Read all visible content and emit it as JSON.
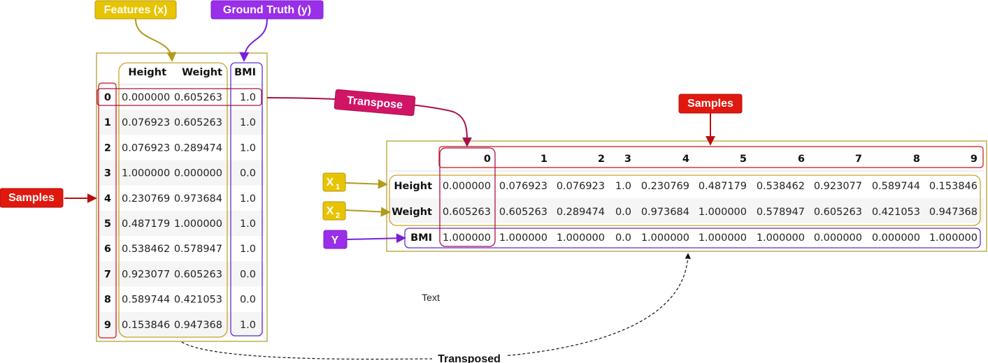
{
  "labels": {
    "features": "Features (x)",
    "ground_truth": "Ground Truth (y)",
    "samples_left": "Samples",
    "samples_right": "Samples",
    "transpose": "Transpose",
    "transposed": "Transposed",
    "x1": "X",
    "x1_sub": "1",
    "x2": "X",
    "x2_sub": "2",
    "y": "Y",
    "free_text": "Text"
  },
  "left_table": {
    "headers": [
      "Height",
      "Weight",
      "BMI"
    ],
    "rows": [
      {
        "index": "0",
        "height": "0.000000",
        "weight": "0.605263",
        "bmi": "1.0"
      },
      {
        "index": "1",
        "height": "0.076923",
        "weight": "0.605263",
        "bmi": "1.0"
      },
      {
        "index": "2",
        "height": "0.076923",
        "weight": "0.289474",
        "bmi": "1.0"
      },
      {
        "index": "3",
        "height": "1.000000",
        "weight": "0.000000",
        "bmi": "0.0"
      },
      {
        "index": "4",
        "height": "0.230769",
        "weight": "0.973684",
        "bmi": "1.0"
      },
      {
        "index": "5",
        "height": "0.487179",
        "weight": "1.000000",
        "bmi": "1.0"
      },
      {
        "index": "6",
        "height": "0.538462",
        "weight": "0.578947",
        "bmi": "1.0"
      },
      {
        "index": "7",
        "height": "0.923077",
        "weight": "0.605263",
        "bmi": "0.0"
      },
      {
        "index": "8",
        "height": "0.589744",
        "weight": "0.421053",
        "bmi": "0.0"
      },
      {
        "index": "9",
        "height": "0.153846",
        "weight": "0.947368",
        "bmi": "1.0"
      }
    ]
  },
  "right_table": {
    "columns": [
      "0",
      "1",
      "2",
      "3",
      "4",
      "5",
      "6",
      "7",
      "8",
      "9"
    ],
    "rows": [
      {
        "label": "Height",
        "values": [
          "0.000000",
          "0.076923",
          "0.076923",
          "1.0",
          "0.230769",
          "0.487179",
          "0.538462",
          "0.923077",
          "0.589744",
          "0.153846"
        ]
      },
      {
        "label": "Weight",
        "values": [
          "0.605263",
          "0.605263",
          "0.289474",
          "0.0",
          "0.973684",
          "1.000000",
          "0.578947",
          "0.605263",
          "0.421053",
          "0.947368"
        ]
      },
      {
        "label": "BMI",
        "values": [
          "1.000000",
          "1.000000",
          "1.000000",
          "0.0",
          "1.000000",
          "1.000000",
          "1.000000",
          "0.000000",
          "0.000000",
          "1.000000"
        ]
      }
    ]
  },
  "colors": {
    "frame_gold": "#b5a033",
    "features_gold": "#c9a227",
    "features_label_bg": "#e8c400",
    "ground_truth_purple": "#7a1fd6",
    "ground_truth_label_bg": "#9b2ee8",
    "samples_red": "#cc1111",
    "samples_label_bg": "#e0180e",
    "transpose_magenta": "#d11466",
    "transpose_arrow": "#a8104a",
    "row_stripe": "#f5f5f5"
  }
}
